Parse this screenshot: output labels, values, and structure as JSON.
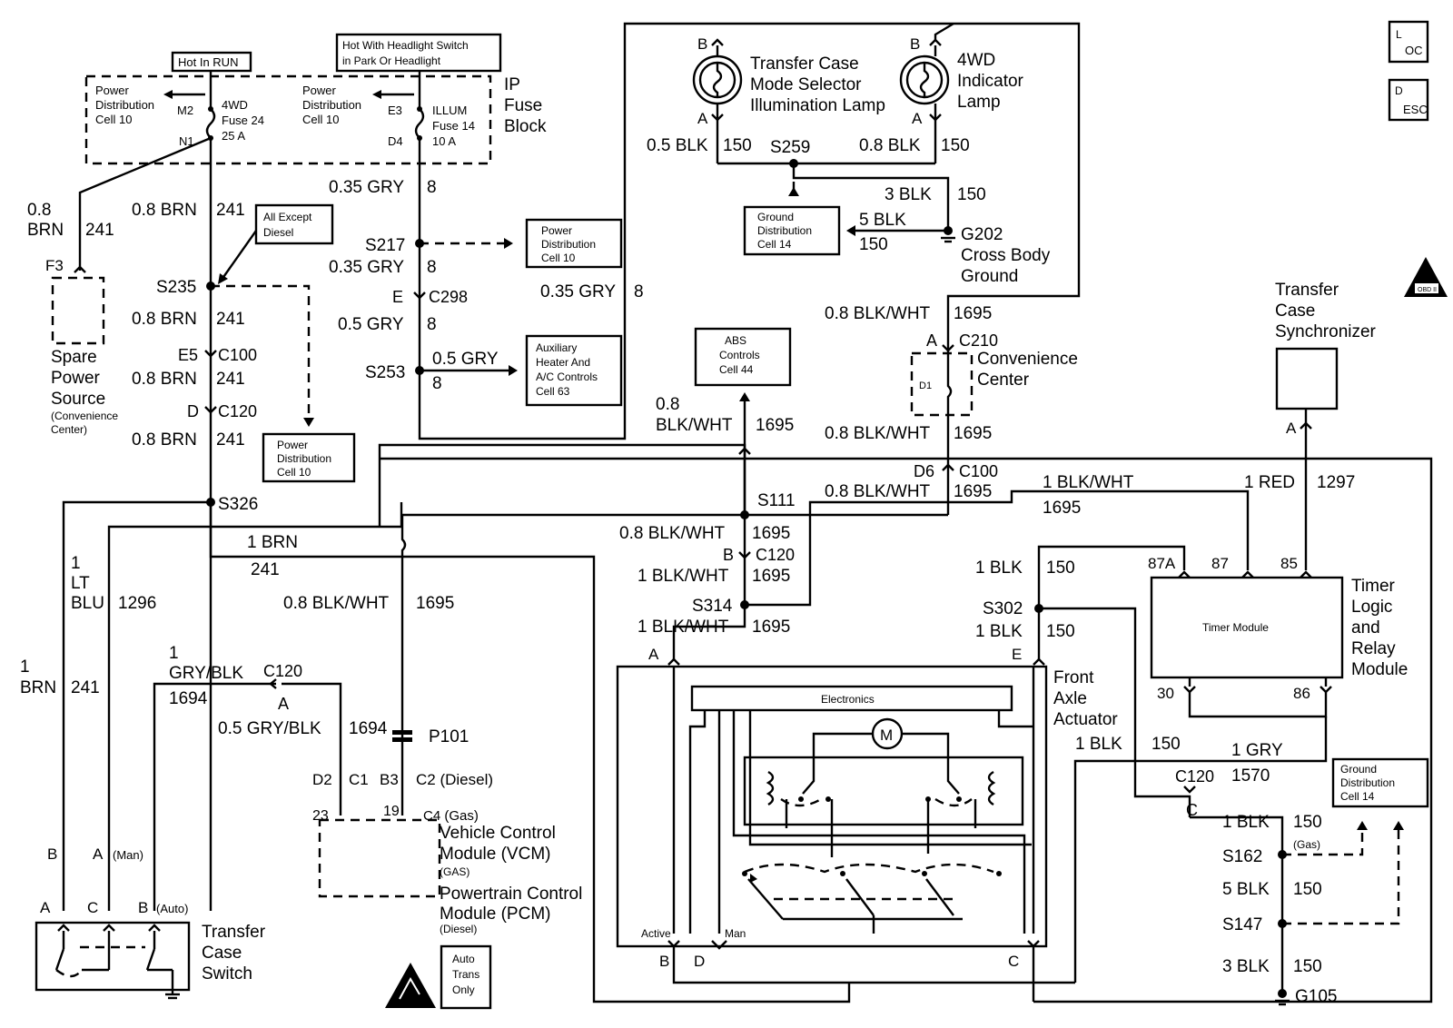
{
  "badges": {
    "loc_main": "L",
    "loc_sub": "OC",
    "desc_main": "D",
    "desc_sub": "ESC",
    "obd": "OBD II"
  },
  "boxes": {
    "hot_in_run": "Hot In RUN",
    "hot_headlight": [
      "Hot With Headlight Switch",
      "in Park Or Headlight"
    ],
    "all_except_diesel": [
      "All Except",
      "Diesel"
    ],
    "pd10_a": [
      "Power",
      "Distribution",
      "Cell 10"
    ],
    "pd10_b": [
      "Power",
      "Distribution",
      "Cell 10"
    ],
    "aux_heater": [
      "Auxiliary",
      "Heater And",
      "A/C Controls",
      "Cell 63"
    ],
    "gnd14_a": [
      "Ground",
      "Distribution",
      "Cell 14"
    ],
    "gnd14_b": [
      "Ground",
      "Distribution",
      "Cell 14"
    ],
    "abs": [
      "ABS",
      "Controls",
      "Cell 44"
    ],
    "auto_trans": [
      "Auto",
      "Trans",
      "Only"
    ],
    "electronics": "Electronics",
    "timer_module": "Timer Module",
    "motor": "M",
    "d1": "D1"
  },
  "fuse_block": {
    "pd_left": [
      "Power",
      "Distribution",
      "Cell 10"
    ],
    "pd_right": [
      "Power",
      "Distribution",
      "Cell 10"
    ],
    "m2": "M2",
    "n1": "N1",
    "e3": "E3",
    "d4": "D4",
    "fuse24": [
      "4WD",
      "Fuse 24",
      "25 A"
    ],
    "fuse14": [
      "ILLUM",
      "Fuse 14",
      "10 A"
    ],
    "title": [
      "IP",
      "Fuse",
      "Block"
    ]
  },
  "components": {
    "tc_lamp": [
      "Transfer Case",
      "Mode Selector",
      "Illumination Lamp"
    ],
    "ind_lamp": [
      "4WD",
      "Indicator",
      "Lamp"
    ],
    "g202": [
      "G202",
      "Cross Body",
      "Ground"
    ],
    "conv_center": [
      "Convenience",
      "Center"
    ],
    "tc_sync": [
      "Transfer",
      "Case",
      "Synchronizer"
    ],
    "timer_relay": [
      "Timer",
      "Logic",
      "and",
      "Relay",
      "Module"
    ],
    "front_axle": [
      "Front",
      "Axle",
      "Actuator"
    ],
    "spare_power": [
      "Spare",
      "Power",
      "Source"
    ],
    "spare_power_sub": [
      "(Convenience",
      "Center)"
    ],
    "vcm": [
      "Vehicle Control",
      "Module (VCM)"
    ],
    "vcm_gas": "(GAS)",
    "pcm": [
      "Powertrain Control",
      "Module (PCM)"
    ],
    "pcm_diesel": "(Diesel)",
    "tc_switch": [
      "Transfer",
      "Case",
      "Switch"
    ],
    "g105": "G105"
  },
  "wires": {
    "w08brn_stack": [
      "0.8",
      "BRN"
    ],
    "c241": "241",
    "w08brn": "0.8 BRN",
    "w035gry": "0.35 GRY",
    "w05gry_s": "0.5 GRY",
    "w05gry": "0.5 GRY",
    "c8": "8",
    "w05blk": "0.5 BLK",
    "w08blk": "0.8 BLK",
    "w3blk": "3 BLK",
    "w5blk": "5 BLK",
    "w1blk": "1 BLK",
    "c150": "150",
    "w08bw": "0.8 BLK/WHT",
    "w08bw_stack": [
      "0.8",
      "BLK/WHT"
    ],
    "w1bw": "1 BLK/WHT",
    "c1695": "1695",
    "w1red": "1 RED",
    "c1297": "1297",
    "w1brn": "1 BRN",
    "w1ltblu": [
      "1",
      "LT",
      "BLU"
    ],
    "c1296": "1296",
    "w1brn_stack": [
      "1",
      "BRN"
    ],
    "w1grybk": [
      "1",
      "GRY/BLK"
    ],
    "c1694": "1694",
    "w05grybk": "0.5 GRY/BLK",
    "w1gry": "1 GRY",
    "c1570": "1570"
  },
  "connectors": {
    "s235": "S235",
    "s217": "S217",
    "s253": "S253",
    "s259": "S259",
    "s326": "S326",
    "s111": "S111",
    "s314": "S314",
    "s302": "S302",
    "s162": "S162",
    "s147": "S147",
    "c100": "C100",
    "c120": "C120",
    "c298": "C298",
    "c210": "C210",
    "p101": "P101",
    "e5": "E5",
    "d": "D",
    "e": "E",
    "f3": "F3",
    "a": "A",
    "b": "B",
    "c": "C",
    "d6": "D6",
    "e_label": "E",
    "c4_gas": "C4 (Gas)",
    "c2_diesel": "C2 (Diesel)",
    "d2": "D2",
    "c1": "C1",
    "b3": "B3",
    "p23": "23",
    "p19": "19",
    "p87a": "87A",
    "p87": "87",
    "p85": "85",
    "p30": "30",
    "p86": "86",
    "man": "(Man)",
    "auto": "(Auto)",
    "gas": "(Gas)",
    "active": "Active",
    "man2": "Man"
  }
}
